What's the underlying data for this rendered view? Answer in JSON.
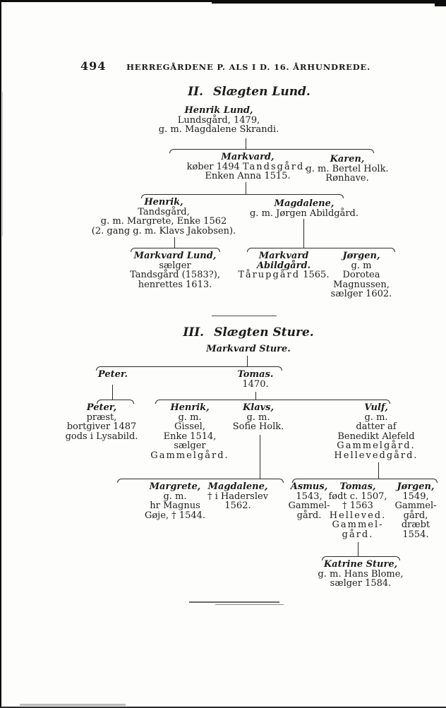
{
  "colors": {
    "ink": "#1c1c1c",
    "paper": "#fdfdfb"
  },
  "header": {
    "page_number": "494",
    "running_title": "HERREGÅRDENE P. ALS I D. 16. ÅRHUNDREDE."
  },
  "lund": {
    "section_roman": "II.",
    "section_title": "Slægten Lund.",
    "root": {
      "lines": [
        "Henrik Lund,",
        "Lundsgård, 1479,",
        "g. m. Magdalene Skrandi."
      ]
    },
    "markvard": {
      "lines": [
        "Markvard,",
        [
          "køber 1494 ",
          "Tandsgård."
        ],
        "Enken Anna 1515."
      ]
    },
    "karen": {
      "lines": [
        "Karen,",
        "g. m. Bertel Holk.",
        "Rønhave."
      ]
    },
    "henrik": {
      "lines": [
        "Henrik,",
        "Tandsgård,",
        "g. m. Margrete, Enke 1562",
        "(2. gang g. m. Klavs Jakobsen)."
      ]
    },
    "magdalene": {
      "lines": [
        "Magdalene,",
        "g. m. Jørgen Abildgård."
      ]
    },
    "markvard_lund": {
      "lines": [
        "Markvard Lund,",
        "sælger",
        "Tandsgård (1583?),",
        "henrettes 1613."
      ]
    },
    "markvard_abildgaard": {
      "lines": [
        "Markvard",
        "Abildgård.",
        [
          "Tårupgård",
          " 1565."
        ]
      ]
    },
    "joergen": {
      "lines": [
        "Jørgen,",
        "g. m",
        "Dorotea",
        "Magnussen,",
        "sælger 1602."
      ]
    }
  },
  "sture": {
    "section_roman": "III.",
    "section_title": "Slægten Sture.",
    "root": {
      "lines": [
        "Markvard Sture."
      ]
    },
    "peter1": {
      "lines": [
        "Peter."
      ]
    },
    "tomas1": {
      "lines": [
        "Tomas.",
        "1470."
      ]
    },
    "peter2": {
      "lines": [
        "Peter,",
        "præst,",
        "bortgiver 1487",
        "gods i Lysabild."
      ]
    },
    "henrik": {
      "lines": [
        "Henrik,",
        "g. m.",
        "Gissel,",
        "Enke 1514,",
        "sælger",
        "Gammelgård."
      ]
    },
    "klavs": {
      "lines": [
        "Klavs,",
        "g. m.",
        "Sofie Holk."
      ]
    },
    "vulf": {
      "lines": [
        "Vulf,",
        "g. m.",
        "datter af",
        "Benedikt Alefeld",
        "Gammelgård.",
        "Hellevedgård."
      ]
    },
    "margrete": {
      "lines": [
        "Margrete,",
        "g. m.",
        "hr Magnus",
        "Gøje, † 1544."
      ]
    },
    "magdalene": {
      "lines": [
        "Magdalene,",
        "† i Haderslev",
        "1562."
      ]
    },
    "asmus": {
      "lines": [
        "Asmus,",
        "1543,",
        "Gammel-",
        "gård."
      ]
    },
    "tomas2": {
      "lines": [
        "Tomas,",
        "født c. 1507,",
        "† 1563",
        "Helleved.",
        "Gammel-",
        "gård."
      ]
    },
    "joergen2": {
      "lines": [
        "Jørgen,",
        "1549,",
        "Gammel-",
        "gård,",
        "dræbt",
        "1554."
      ]
    },
    "katrine": {
      "lines": [
        "Katrine Sture,",
        "g. m. Hans Blome,",
        "sælger 1584."
      ]
    }
  }
}
